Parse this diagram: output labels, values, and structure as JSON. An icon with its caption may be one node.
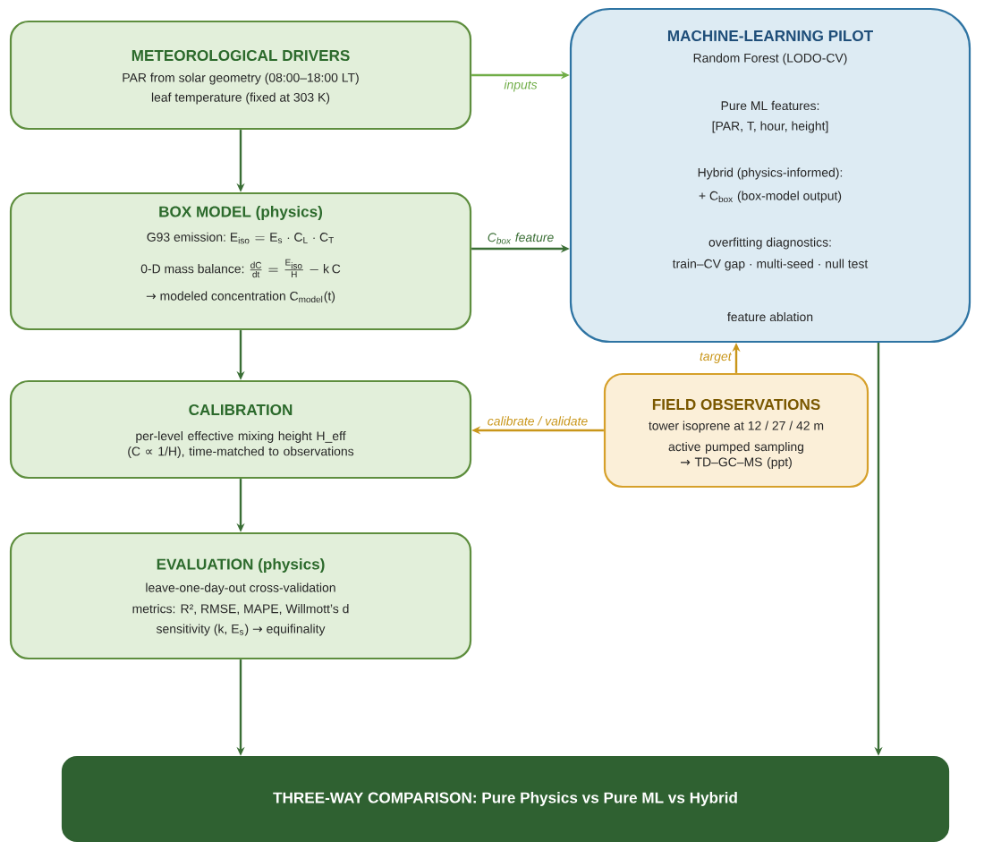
{
  "diagram": {
    "nodes": [
      {
        "text": [
          "METEOROLOGICAL DRIVERS",
          "PAR from solar geometry (08:00–18:00 LT)",
          "leaf temperature (fixed at 303 K)"
        ]
      },
      {
        "text": [
          "BOX MODEL (physics)",
          "G93 emission:",
          "\\mathrm{E_{iso}} = \\mathrm{E_{s}} \\cdot \\mathrm{C_{L}} \\cdot \\mathrm{C_{T}}",
          "0-D mass balance:",
          "\\frac{\\mathrm{dC}}{\\mathrm{dt}} = \\frac{\\mathrm{E_{iso}}}{\\mathrm{H}} - \\mathrm{k\\,C}",
          "→ modeled concentration C$_{model}$(t)"
        ]
      },
      {
        "text": [
          "CALIBRATION",
          "per-level effective mixing height H_eff (C ∝ 1/H), time-matched to observations"
        ]
      },
      {
        "text": [
          "EVALUATION (physics)",
          "leave-one-day-out cross-validation",
          "metrics: R², RMSE, MAPE, Willmott’s d",
          "sensitivity (k, E$_{s}$) → equifinality"
        ]
      },
      {
        "text": [
          "MACHINE-LEARNING PILOT",
          "Random Forest (LODO-CV)",
          "Pure ML features:",
          "[PAR, T, hour, height]",
          "Hybrid (physics-informed):",
          "+ C$_{box}$ (box-model output)",
          "overfitting diagnostics:",
          "train–CV gap · multi-seed · null test",
          "feature ablation"
        ]
      },
      {
        "text": [
          "FIELD OBSERVATIONS",
          "tower isoprene at 12 / 27 / 42 m",
          "active pumped sampling → TD–GC–MS (ppt)"
        ]
      },
      {
        "text": [
          "THREE-WAY COMPARISON: Pure Physics vs Pure ML vs Hybrid"
        ]
      }
    ],
    "edges": [
      {
        "from": 0,
        "to": 1,
        "arrow": "to"
      },
      {
        "from": 1,
        "to": 2,
        "arrow": "to"
      },
      {
        "from": 2,
        "to": 3,
        "arrow": "to"
      },
      {
        "from": 3,
        "to": 6,
        "arrow": "to"
      },
      {
        "from": 0,
        "to": 4,
        "arrow": "to",
        "label": "inputs",
        "color": "#70ad47"
      },
      {
        "from": 1,
        "to": 4,
        "arrow": "to",
        "label": "C$_{box}$ feature"
      },
      {
        "from": 5,
        "to": 2,
        "arrow": "to",
        "label": "calibrate / validate",
        "color": "#c9961a"
      },
      {
        "from": 5,
        "to": 4,
        "arrow": "to",
        "label": "target",
        "color": "#c9961a"
      },
      {
        "from": 4,
        "to": 6,
        "arrow": "to"
      }
    ]
  }
}
